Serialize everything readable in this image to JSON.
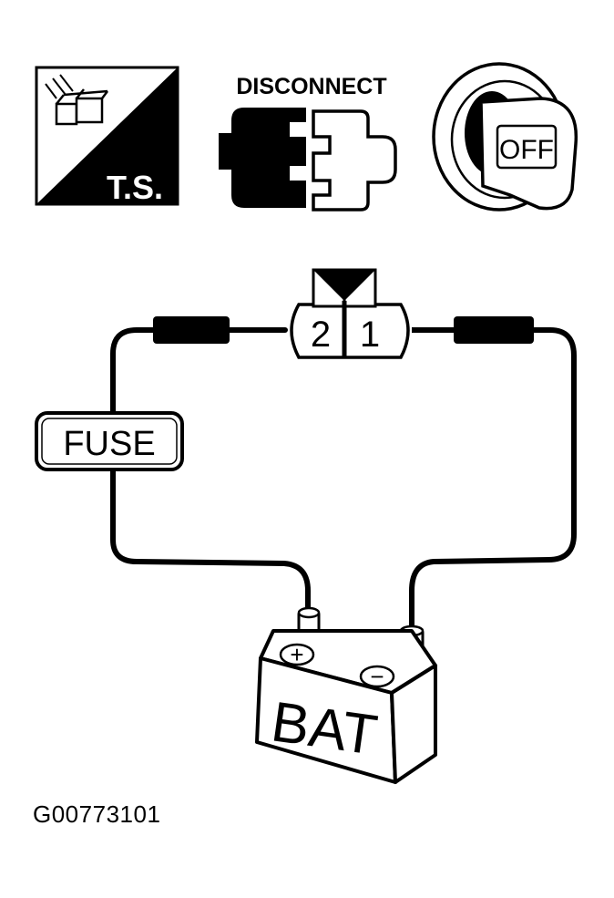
{
  "icons": {
    "ts": {
      "label": "T.S."
    },
    "disconnect": {
      "label": "DISCONNECT"
    },
    "ignition": {
      "label": "OFF"
    }
  },
  "connector": {
    "pins": [
      "2",
      "1"
    ]
  },
  "fuse": {
    "label": "FUSE"
  },
  "battery": {
    "label": "BAT",
    "positive": "+",
    "negative": "−"
  },
  "figure_code": "G00773101",
  "colors": {
    "ink": "#000000",
    "paper": "#ffffff"
  }
}
